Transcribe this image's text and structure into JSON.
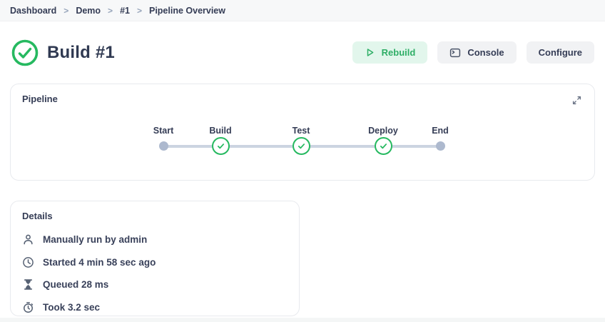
{
  "breadcrumb": {
    "separator": ">",
    "items": [
      "Dashboard",
      "Demo",
      "#1",
      "Pipeline Overview"
    ]
  },
  "header": {
    "title": "Build #1",
    "status": "success",
    "buttons": {
      "rebuild": "Rebuild",
      "console": "Console",
      "configure": "Configure"
    }
  },
  "pipeline_card": {
    "title": "Pipeline",
    "expand_icon": "expand-icon",
    "stages": [
      {
        "label": "Start",
        "state": "terminal"
      },
      {
        "label": "Build",
        "state": "success"
      },
      {
        "label": "Test",
        "state": "success"
      },
      {
        "label": "Deploy",
        "state": "success"
      },
      {
        "label": "End",
        "state": "terminal"
      }
    ]
  },
  "details_card": {
    "title": "Details",
    "rows": [
      {
        "icon": "user-icon",
        "text": "Manually run by admin"
      },
      {
        "icon": "clock-icon",
        "text": "Started 4 min 58 sec ago"
      },
      {
        "icon": "hourglass-icon",
        "text": "Queued 28 ms"
      },
      {
        "icon": "stopwatch-icon",
        "text": "Took 3.2 sec"
      }
    ]
  },
  "colors": {
    "accent_green": "#26b960",
    "rebuild_bg": "#e2f6ec",
    "navy_text": "#343c55",
    "muted_icon_gray": "#566173",
    "graph_line": "#ccd4e1",
    "terminal_node": "#adb9ce",
    "card_border": "#e8eaee",
    "topbar_bg": "#f7f8f9"
  }
}
